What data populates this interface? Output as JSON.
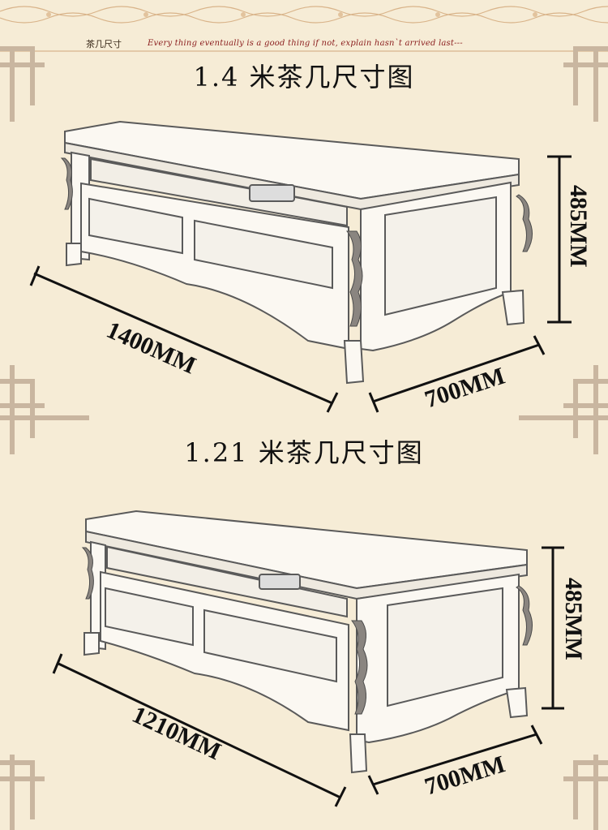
{
  "header": {
    "label": "茶几尺寸",
    "tagline": "Every thing eventually is a good thing if not, explain hasn`t arrived last---"
  },
  "sections": [
    {
      "title": "1.4 米茶几尺寸图",
      "length": "1400MM",
      "depth": "700MM",
      "height": "485MM"
    },
    {
      "title": "1.21 米茶几尺寸图",
      "length": "1210MM",
      "depth": "700MM",
      "height": "485MM"
    }
  ],
  "colors": {
    "background": "#f6ecd6",
    "ornament": "#d9b48a",
    "frame": "#c9b6a0",
    "tagline": "#8b1e1e"
  }
}
